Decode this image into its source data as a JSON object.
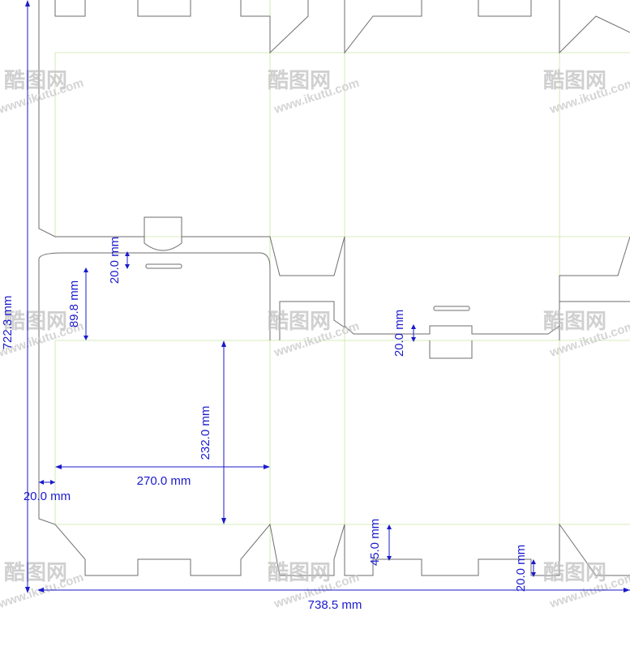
{
  "dimensions": {
    "total_height": "722.3 mm",
    "total_width": "738.5 mm",
    "panel_width": "270.0 mm",
    "panel_height": "232.0 mm",
    "glue_flap": "20.0 mm",
    "top_tuck": "20.0 mm",
    "lid_depth": "89.8 mm",
    "center_tab": "20.0 mm",
    "bottom_flap": "45.0 mm",
    "bottom_tab": "20.0 mm"
  },
  "watermark": {
    "brand_cn": "酷图网",
    "url": "www.ikutu.com"
  },
  "colors": {
    "cut_line": "#6e6e6e",
    "fold_line": "#c8e6a0",
    "dimension": "#1a1acc"
  }
}
